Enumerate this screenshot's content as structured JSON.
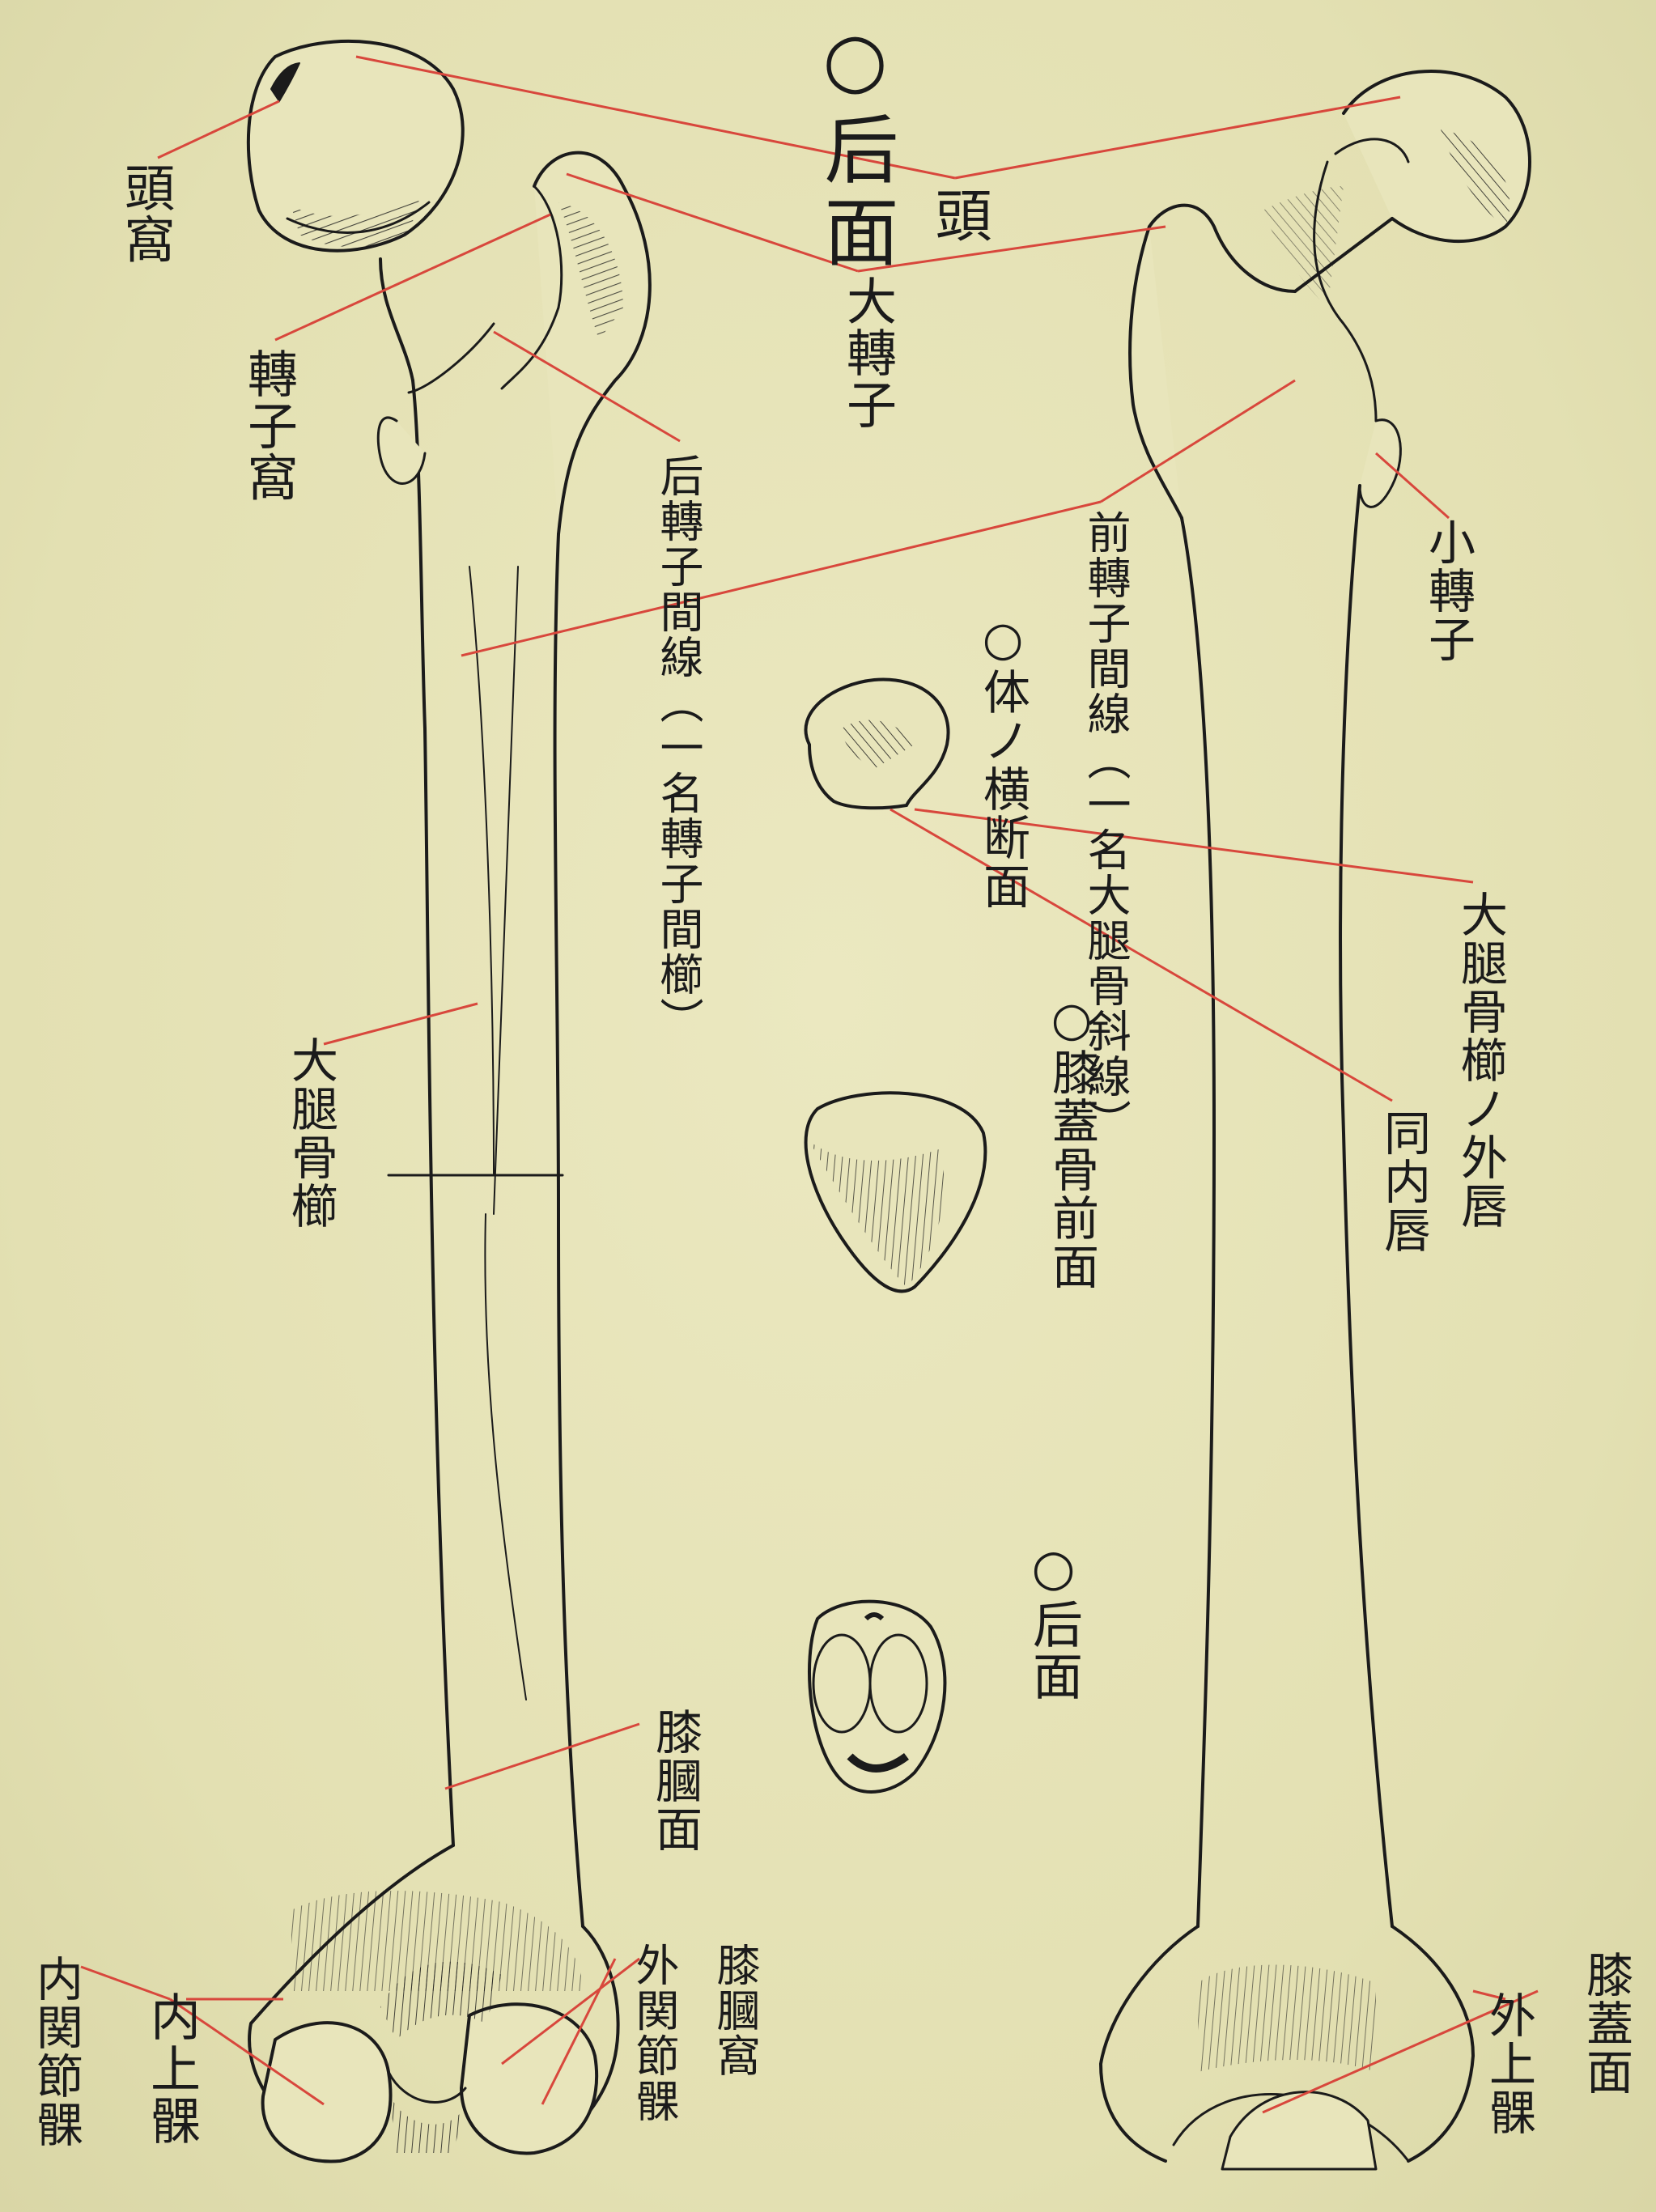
{
  "title_back": "○后面",
  "labels": {
    "head": "頭",
    "fovea_head": "頭窩",
    "greater_trochanter": "大轉子",
    "trochanteric_fossa": "轉子窩",
    "intertrochanteric_crest": "后轉子間線（一名轉子間櫛）",
    "anterior_intertrochanteric": "前轉子間線（一名大腿骨斜線）",
    "lesser_trochanter": "小轉子",
    "shaft_section": "○体ノ横断面",
    "linea_aspera": "大腿骨櫛",
    "lateral_lip": "大腿骨櫛ノ外唇",
    "medial_lip": "同内唇",
    "patella_anterior": "○膝蓋骨前面",
    "patella_posterior": "○后面",
    "popliteal_surface": "膝膕面",
    "medial_epicondyle": "内上髁",
    "medial_condyle": "内関節髁",
    "lateral_condyle": "外関節髁",
    "intercondylar_fossa": "膝膕窩",
    "lateral_epicondyle": "外上髁",
    "patellar_surface": "膝蓋面"
  },
  "colors": {
    "paper": "#e6e3b6",
    "ink": "#1b1b1b",
    "leader": "#d8473c"
  }
}
